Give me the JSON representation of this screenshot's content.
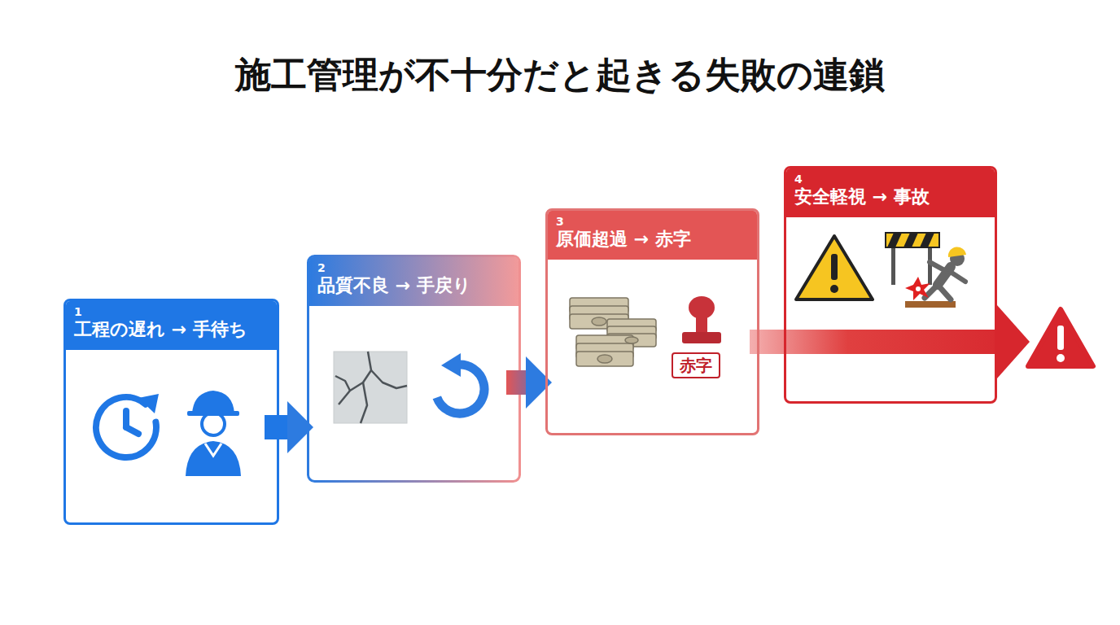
{
  "diagram": {
    "title": "施工管理が不十分だと起きる失敗の連鎖",
    "nodes": [
      {
        "text": [
          "1",
          "工程の遅れ → 手待ち"
        ]
      },
      {
        "text": [
          "2",
          "品質不良 → 手戻り"
        ]
      },
      {
        "text": [
          "3",
          "原価超過 → 赤字",
          "赤字"
        ]
      },
      {
        "text": [
          "4",
          "安全軽視 → 事故"
        ]
      }
    ],
    "edges": [
      {
        "from": 0,
        "to": 1,
        "arrow": "to"
      },
      {
        "from": 1,
        "to": 2,
        "arrow": "to"
      },
      {
        "from": 2,
        "to": 3,
        "arrow": "to"
      }
    ]
  }
}
